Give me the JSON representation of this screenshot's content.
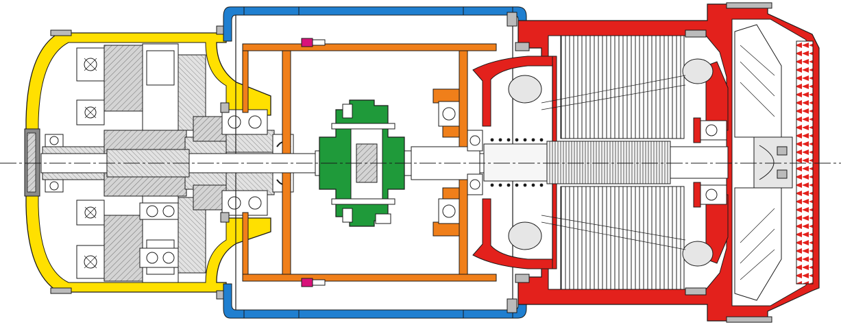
{
  "drawing": {
    "type": "cross-section drawing of a geared motor assembly",
    "colors": {
      "gearbox_housing": "#ffe000",
      "coupling_housing": "#1f7fd0",
      "intermediate_frame": "#f07f1a",
      "coupling_hub": "#1f9a3a",
      "motor_housing": "#e3211c",
      "seal_marker": "#d8127a",
      "steel_parts": "#cfcfcf",
      "outline": "#1a1a1a"
    },
    "parts": [
      {
        "id": "gearbox-housing",
        "color": "yellow"
      },
      {
        "id": "coupling-housing",
        "color": "blue"
      },
      {
        "id": "intermediate-frame",
        "color": "orange"
      },
      {
        "id": "flexible-coupling",
        "color": "green"
      },
      {
        "id": "motor-housing",
        "color": "red"
      },
      {
        "id": "seal-markers",
        "color": "magenta"
      }
    ]
  }
}
